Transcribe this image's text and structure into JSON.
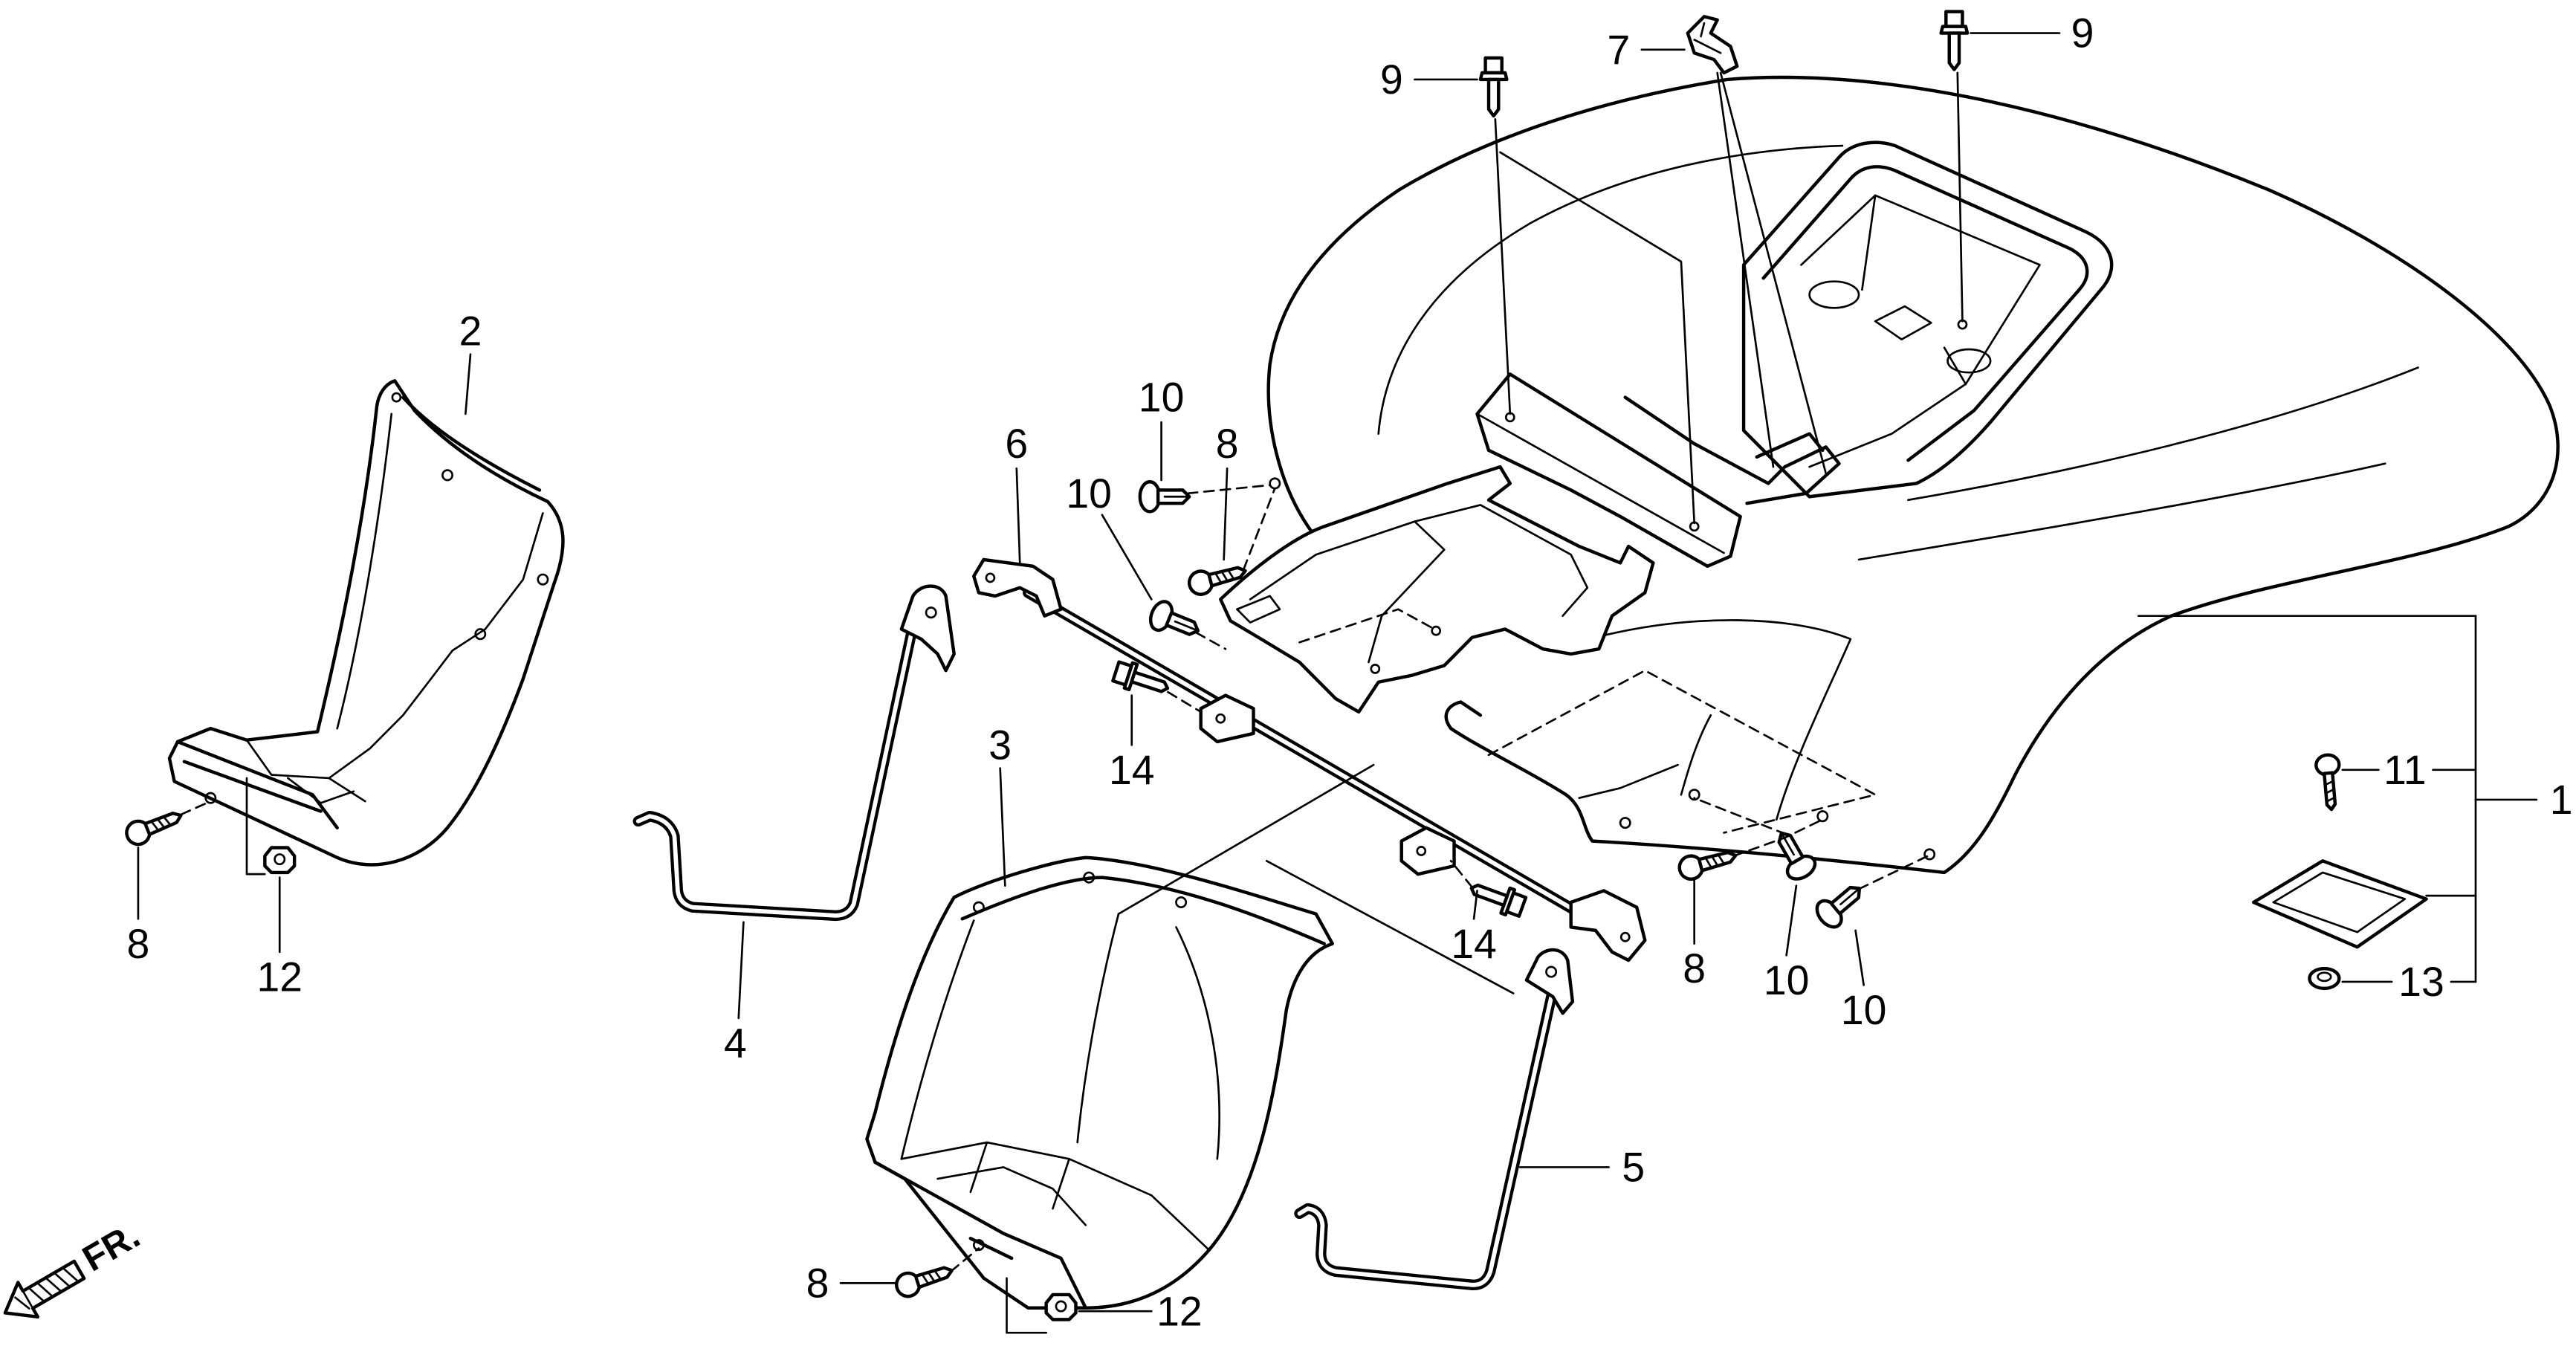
{
  "diagram": {
    "callouts": [
      "1",
      "2",
      "3",
      "4",
      "5",
      "6",
      "7",
      "8",
      "8",
      "8",
      "8",
      "9",
      "9",
      "10",
      "10",
      "10",
      "10",
      "11",
      "12",
      "12",
      "13",
      "14",
      "14"
    ],
    "direction_label": "FR."
  },
  "colors": {
    "line": "#000000",
    "background": "#ffffff"
  }
}
